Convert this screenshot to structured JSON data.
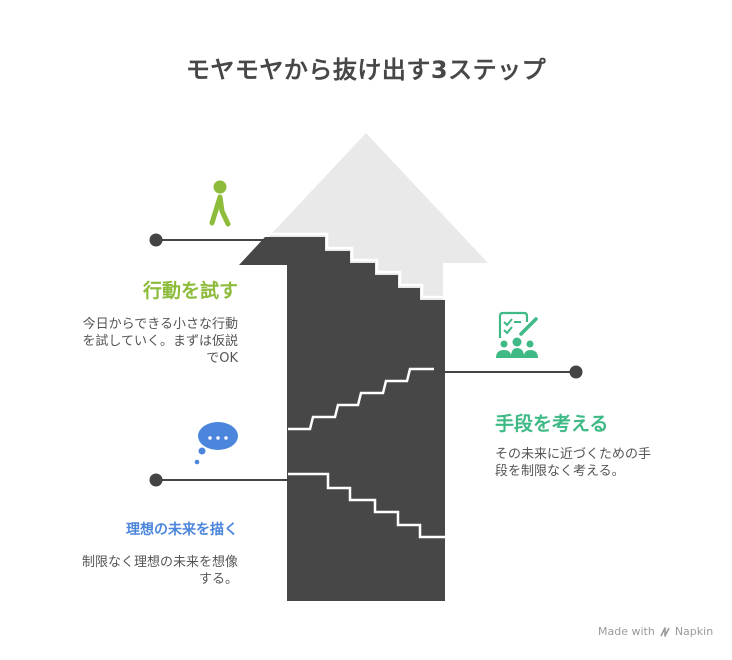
{
  "title": "モヤモヤから抜け出す3ステップ",
  "steps": [
    {
      "heading": "行動を試す",
      "description_lines": [
        "今日からできる小さな行動",
        "を試していく。まずは仮説",
        "でOK"
      ],
      "color": "#8dbb3a",
      "icon": "walking-person-icon"
    },
    {
      "heading": "手段を考える",
      "description_lines": [
        "その未来に近づくための手",
        "段を制限なく考える。"
      ],
      "color": "#3fb985",
      "icon": "team-checklist-icon"
    },
    {
      "heading": "理想の未来を描く",
      "description_lines": [
        "制限なく理想の未来を想像",
        "する。"
      ],
      "color": "#4b86dc",
      "icon": "thought-bubble-icon"
    }
  ],
  "footer": {
    "made_with": "Made with",
    "brand": "Napkin"
  },
  "colors": {
    "arrow": "#e9e9e9",
    "stairs": "#474747",
    "connector": "#444444"
  }
}
